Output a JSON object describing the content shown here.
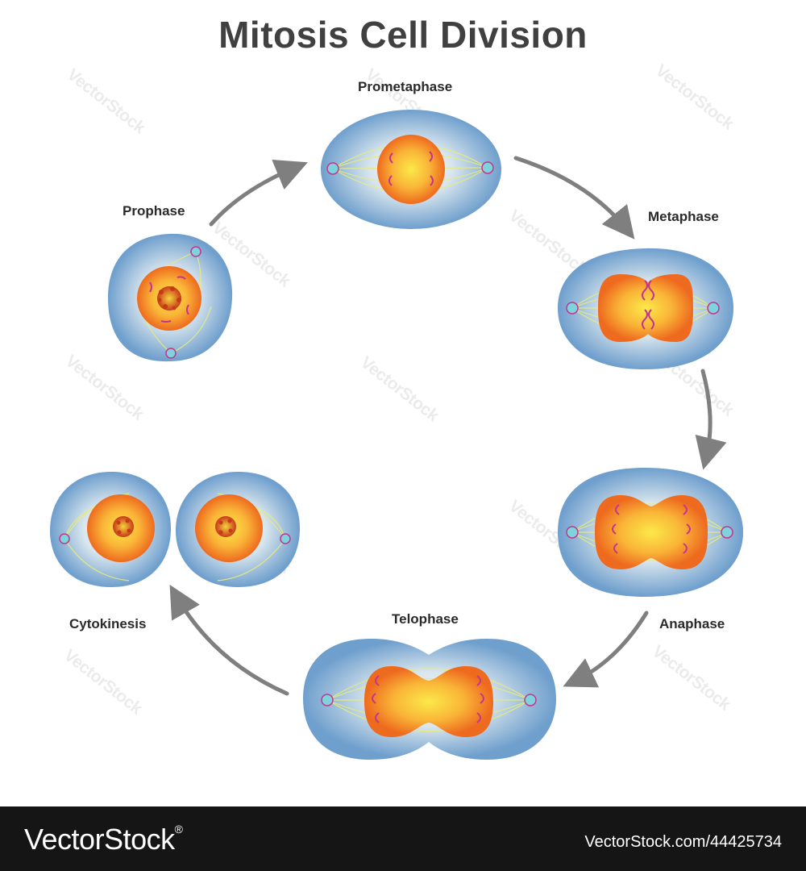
{
  "title": "Mitosis Cell Division",
  "stages": {
    "prophase": "Prophase",
    "prometaphase": "Prometaphase",
    "metaphase": "Metaphase",
    "anaphase": "Anaphase",
    "telophase": "Telophase",
    "cytokinesis": "Cytokinesis"
  },
  "watermark": "VectorStock",
  "footer": {
    "brand": "VectorStock",
    "registered_mark": "®",
    "image_id": "VectorStock.com/44425734"
  },
  "colors": {
    "cytoplasm_edge": "#6f9fcd",
    "cytoplasm_center": "#f3f6f2",
    "nucleus_edge": "#ee6a1f",
    "nucleus_center": "#fce94a",
    "spindle": "#e8ec78",
    "chromosome": "#c2358e",
    "centrosome": "#7fd3dd",
    "arrow": "#7f7f7f",
    "footer_bg": "#151515"
  }
}
